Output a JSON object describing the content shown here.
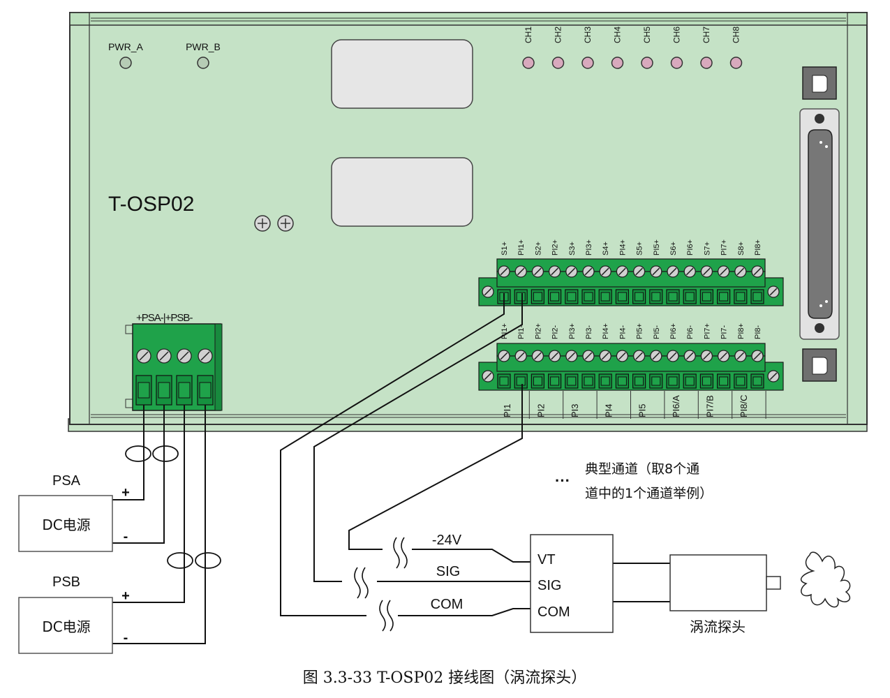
{
  "module": {
    "model": "T-OSP02",
    "pwr_leds": [
      "PWR_A",
      "PWR_B"
    ],
    "ch_leds": [
      "CH1",
      "CH2",
      "CH3",
      "CH4",
      "CH5",
      "CH6",
      "CH7",
      "CH8"
    ],
    "top_terminals": [
      "S1+",
      "PI1+",
      "S2+",
      "PI2+",
      "S3+",
      "PI3+",
      "S4+",
      "PI4+",
      "S5+",
      "PI5+",
      "S6+",
      "PI6+",
      "S7+",
      "PI7+",
      "S8+",
      "PI8+"
    ],
    "bottom_terminals": [
      "PI1+",
      "PI1-",
      "PI2+",
      "PI2-",
      "PI3+",
      "PI3-",
      "PI4+",
      "PI4-",
      "PI5+",
      "PI5-",
      "PI6+",
      "PI6-",
      "PI7+",
      "PI7-",
      "PI8+",
      "PI8-"
    ],
    "pi_groups": [
      "PI1",
      "PI2",
      "PI3",
      "PI4",
      "PI5",
      "PI6/A",
      "PI7/B",
      "PI8/C"
    ],
    "power_terminal_label": "+PSA-|+PSB-"
  },
  "supplies": [
    {
      "name": "PSA",
      "label": "DC电源",
      "plus": "+",
      "minus": "-"
    },
    {
      "name": "PSB",
      "label": "DC电源",
      "plus": "+",
      "minus": "-"
    }
  ],
  "annotation": {
    "ellipsis": "···",
    "line1": "典型通道（取8个通",
    "line2": "道中的1个通道举例）"
  },
  "signals": {
    "vt": "-24V",
    "sig": "SIG",
    "com": "COM"
  },
  "converter": {
    "terminals": [
      "VT",
      "SIG",
      "COM"
    ]
  },
  "probe": {
    "label": "涡流探头"
  },
  "caption": "图 3.3-33 T-OSP02 接线图（涡流探头）"
}
